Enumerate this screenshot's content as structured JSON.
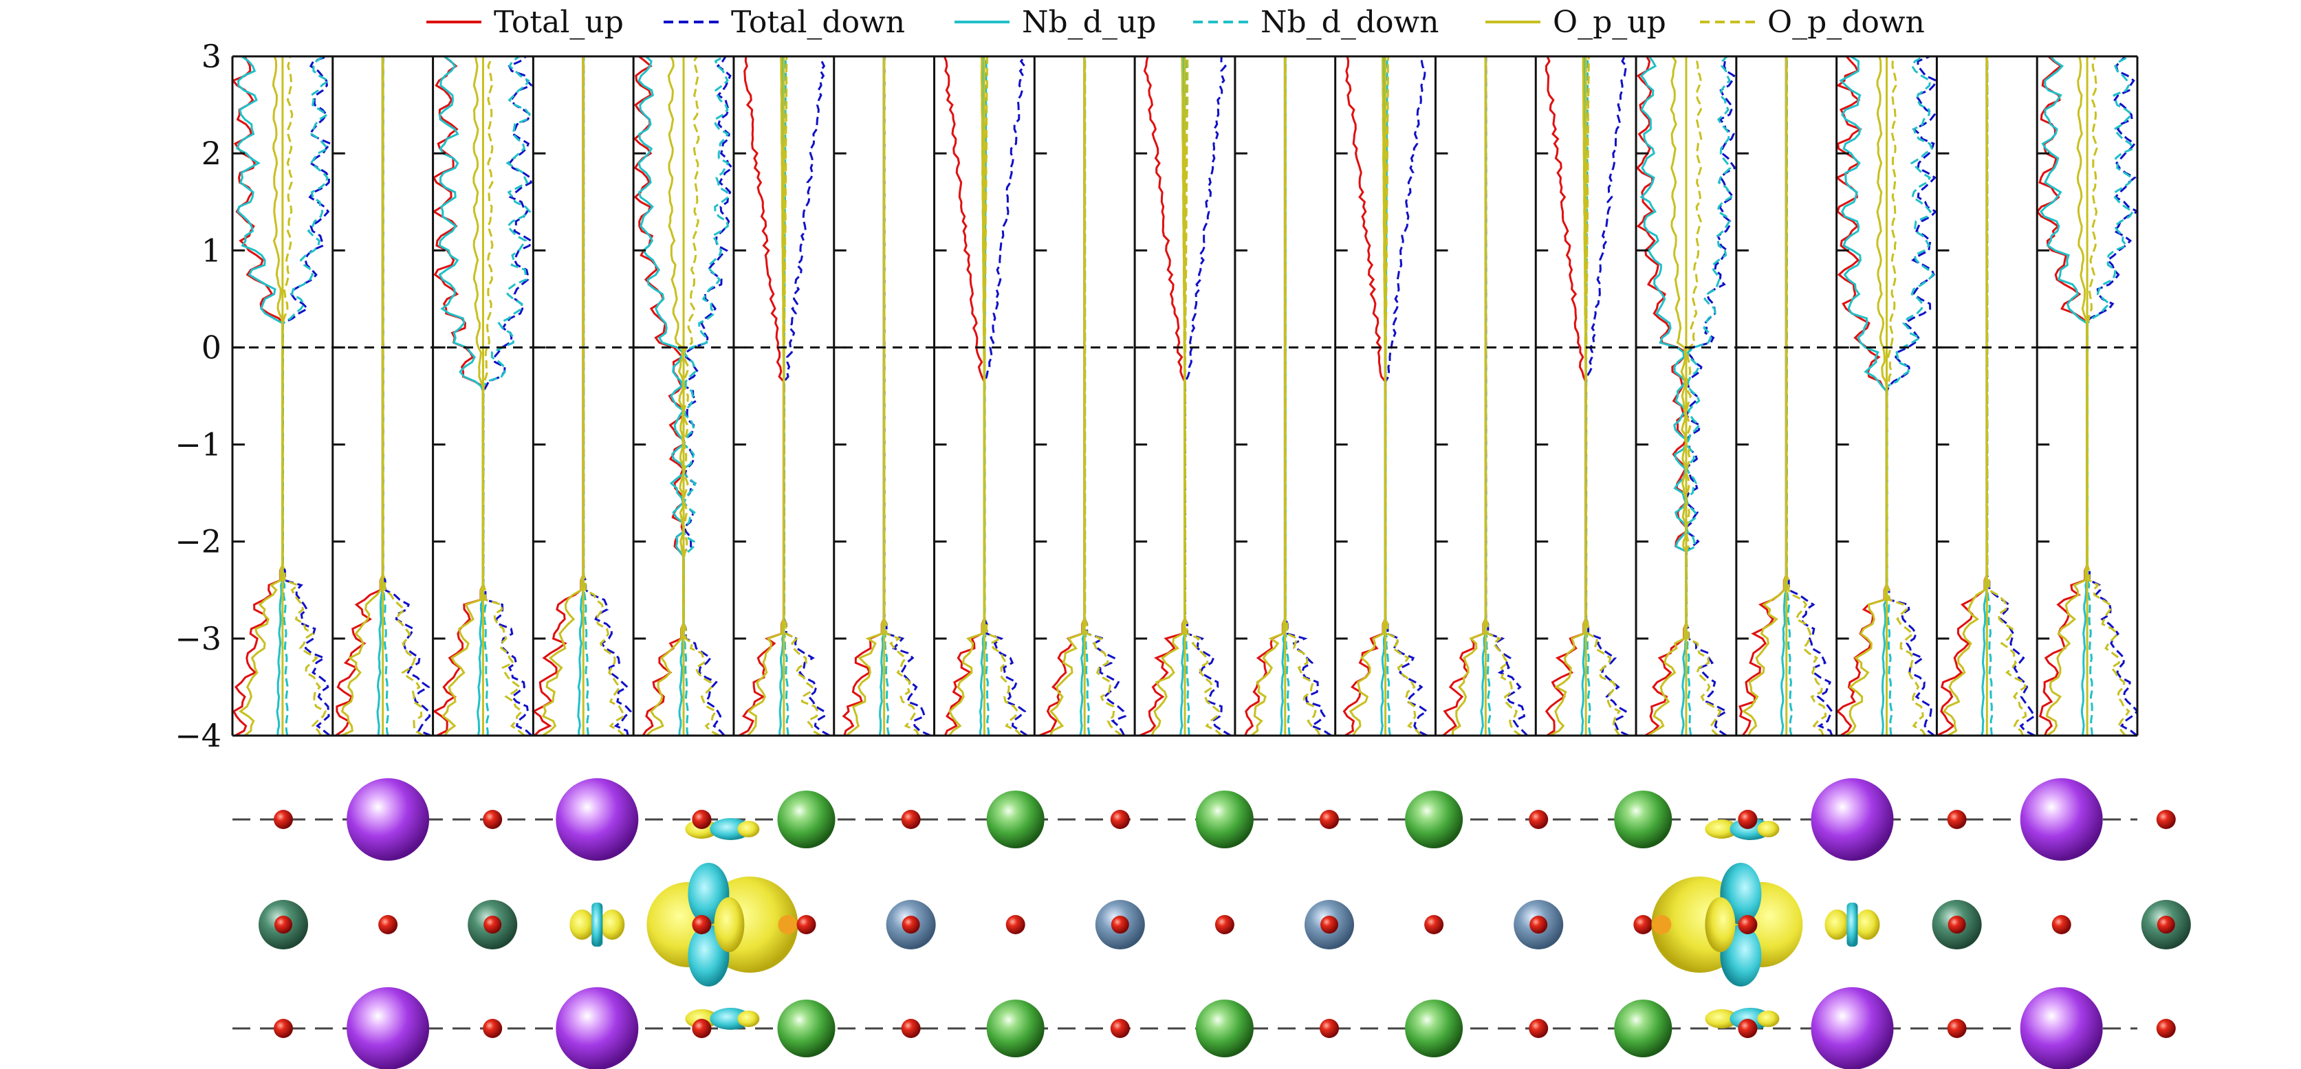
{
  "chart_data": {
    "type": "line",
    "orientation": "vertical-panels",
    "panel_count": 19,
    "y_axis": {
      "range": [
        -4,
        3
      ],
      "ticks": [
        "−4",
        "−3",
        "−2",
        "−1",
        "0",
        "1",
        "2",
        "3"
      ],
      "tick_values": [
        -4,
        -3,
        -2,
        -1,
        0,
        1,
        2,
        3
      ]
    },
    "fermi_level": 0,
    "grid": false,
    "legend": {
      "placement": "top",
      "entries": [
        {
          "label": "Total_up",
          "color": "#e01010",
          "dash": "solid"
        },
        {
          "label": "Total_down",
          "color": "#1010c8",
          "dash": "dashed"
        },
        {
          "label": "Nb_d_up",
          "color": "#20c0c8",
          "dash": "solid"
        },
        {
          "label": "Nb_d_down",
          "color": "#20c0c8",
          "dash": "dashed"
        },
        {
          "label": "O_p_up",
          "color": "#c8c020",
          "dash": "solid"
        },
        {
          "label": "O_p_down",
          "color": "#c8c020",
          "dash": "dashed"
        }
      ]
    },
    "panel_kinds": [
      "A",
      "S",
      "B",
      "S",
      "C",
      "D",
      "O",
      "D",
      "O",
      "D",
      "O",
      "D",
      "O",
      "D",
      "E",
      "S",
      "B",
      "S",
      "A"
    ],
    "kinds": {
      "A": {
        "description_values": {
          "gap_edge_top": 0.25,
          "valence_top": -2.4,
          "metallic": false
        }
      },
      "B": {
        "description_values": {
          "gap_edge_top": -0.4,
          "valence_top": -2.6,
          "metallic": false
        }
      },
      "C": {
        "description_values": {
          "state_bottom": -2.2,
          "valence_top": -3.0,
          "metallic": true
        }
      },
      "D": {
        "description_values": {
          "state_bottom": -0.3,
          "valence_top": -2.95,
          "metallic": true
        }
      },
      "O": {
        "description_values": {
          "gap_edge_top": 3.0,
          "valence_top": -2.95,
          "metallic": false
        }
      },
      "E": {
        "description_values": {
          "state_bottom": -2.1,
          "valence_top": -3.0,
          "metallic": true
        }
      },
      "S": {
        "description_values": {
          "gap_edge_top": 3.0,
          "valence_top": -2.5,
          "metallic": false
        }
      }
    }
  },
  "structure": {
    "rows": 3,
    "atom_colors": {
      "oxygen": "#d81818",
      "purple_cation": "#a040e8",
      "green_cation": "#40b040",
      "teal_cation": "#3a7a6a",
      "blue_cation": "#6a8fb0",
      "isosurface_yellow": "#e8e020",
      "isosurface_cyan": "#30c8d0"
    },
    "top_row": [
      "O",
      "P",
      "O",
      "P",
      "O",
      "G",
      "O",
      "G",
      "O",
      "G",
      "O",
      "G",
      "O",
      "G",
      "O",
      "P",
      "O",
      "P",
      "O"
    ],
    "middle_row": [
      "T",
      "O",
      "T",
      "Y",
      "D",
      "O",
      "B",
      "O",
      "B",
      "O",
      "B",
      "O",
      "B",
      "O",
      "D",
      "Y",
      "T",
      "O",
      "T"
    ],
    "bottom_row": [
      "O",
      "P",
      "O",
      "P",
      "O",
      "G",
      "O",
      "G",
      "O",
      "G",
      "O",
      "G",
      "O",
      "G",
      "O",
      "P",
      "O",
      "P",
      "O"
    ]
  }
}
